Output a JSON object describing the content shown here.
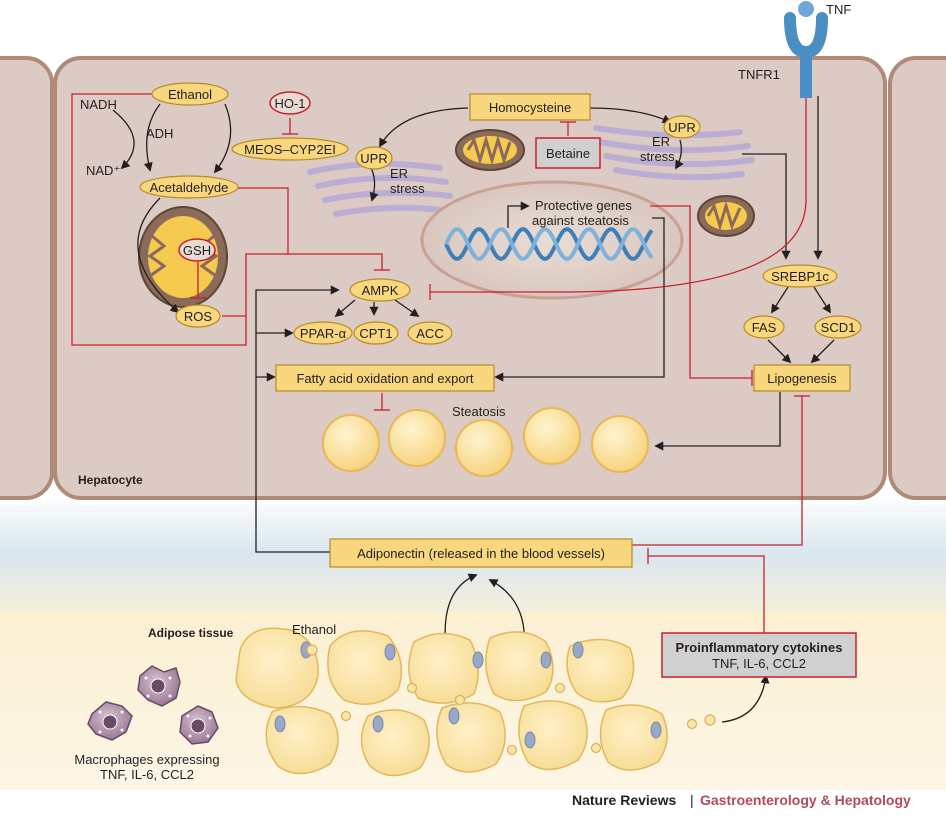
{
  "labels": {
    "tnf": "TNF",
    "tnfr1": "TNFR1",
    "ethanol": "Ethanol",
    "nadh": "NADH",
    "adh": "ADH",
    "nad": "NAD⁺",
    "acetaldehyde": "Acetaldehyde",
    "ho1": "HO-1",
    "meos": "MEOS–CYP2EI",
    "gsh": "GSH",
    "ros": "ROS",
    "homocysteine": "Homocysteine",
    "betaine": "Betaine",
    "upr_left": "UPR",
    "er_stress_left_1": "ER",
    "er_stress_left_2": "stress",
    "upr_right": "UPR",
    "er_stress_right_1": "ER",
    "er_stress_right_2": "stress",
    "protective_genes_1": "Protective genes",
    "protective_genes_2": "against steatosis",
    "ampk": "AMPK",
    "ppar": "PPAR-α",
    "cpt1": "CPT1",
    "acc": "ACC",
    "srebp1c": "SREBP1c",
    "fas": "FAS",
    "scd1": "SCD1",
    "lipogenesis": "Lipogenesis",
    "fatty_acid": "Fatty acid oxidation and export",
    "steatosis": "Steatosis",
    "hepatocyte": "Hepatocyte",
    "adiponectin": "Adiponectin (released in the blood vessels)",
    "adipose": "Adipose tissue",
    "ethanol_adipose": "Ethanol",
    "cytokines_title": "Proinflammatory cytokines",
    "cytokines_list": "TNF, IL-6, CCL2",
    "macrophages_1": "Macrophages expressing",
    "macrophages_2": "TNF, IL-6, CCL2"
  },
  "footer": {
    "journal": "Nature Reviews",
    "separator": "|",
    "subtitle": "Gastroenterology & Hepatology"
  },
  "colors": {
    "cell_fill": "#dccbc4",
    "cell_border": "#b08a78",
    "adipose_band": "#fcefd0",
    "blood_band": "#dde9f0",
    "node_fill": "#f8d77f",
    "node_border": "#b88a22",
    "inhibit": "#c8202e",
    "er": "#b7a9d4",
    "dna": "#3c7fb9",
    "journal_accent": "#b34a5c"
  }
}
